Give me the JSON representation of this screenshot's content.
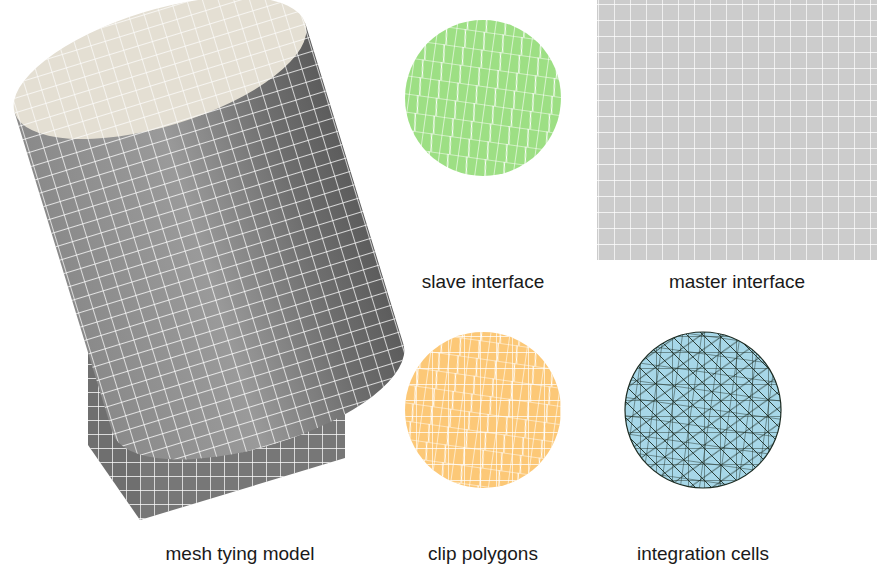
{
  "diagram": {
    "labels": [
      "slave interface",
      "master interface",
      "mesh tying model",
      "clip polygons",
      "integration cells"
    ]
  }
}
